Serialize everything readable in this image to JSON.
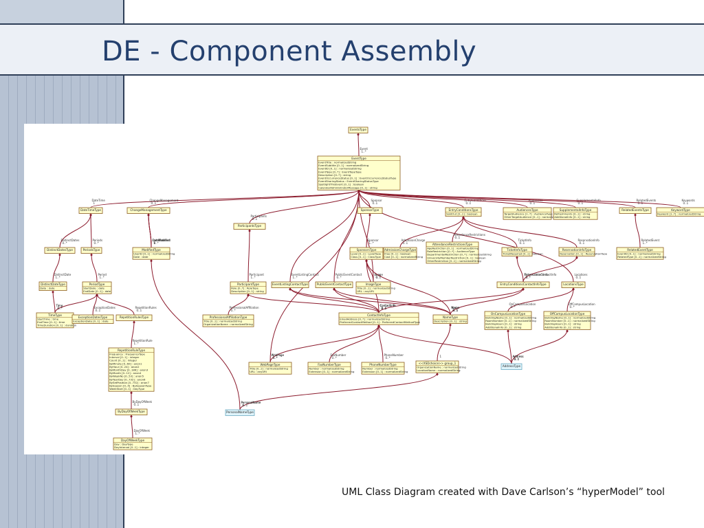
{
  "slide": {
    "title": "DE - Component Assembly",
    "caption": "UML Class Diagram created with Dave Carlson’s “hyperModel” tool"
  },
  "colors": {
    "title": "#24406e",
    "class_fill": "#ffffcc",
    "class_border": "#8a5a1f",
    "association_line": "#8b1a2c",
    "external_fill": "#dff4fb"
  },
  "diagram": {
    "classes": [
      {
        "id": "EventsType",
        "title": "EventsType",
        "attrs": []
      },
      {
        "id": "EventType",
        "title": "EventType",
        "attrs": [
          "EventTitle : normalizedString",
          "EventSubtitle [0..1] : normalizedString",
          "EventID [0..1] : normalizedString",
          "EventType [0..*] : EventTypeType",
          "Description [0..*] : string",
          "EventOccurrenceStatus [0..1] : EventOccurrenceStatusType",
          "EventSharingStatus : EventSharingStatusType",
          "SpotlightThisEvent [0..1] : boolean",
          "CalendarAdministratorMessage [0..1] : string"
        ]
      },
      {
        "id": "DateTimeType",
        "title": "DateTimeType",
        "attrs": []
      },
      {
        "id": "ChangeManagementType",
        "title": "ChangeManagementType",
        "attrs": []
      },
      {
        "id": "ParticipantsType",
        "title": "ParticipantsType",
        "attrs": []
      },
      {
        "id": "SponsorType",
        "title": "SponsorType",
        "attrs": []
      },
      {
        "id": "EntryConditionsType",
        "title": "EntryConditionsType",
        "attrs": [
          "SoldOut [0..1] : boolean"
        ]
      },
      {
        "id": "AudiencesType",
        "title": "AudiencesType",
        "attrs": [
          "TargetAudience [1..*] : AudienceType",
          "OtherTargetAudience [0..1] : normalizedString"
        ]
      },
      {
        "id": "SupplementalInfoType",
        "title": "SupplementalInfoType",
        "attrs": [
          "Refreshments [0..1] : string",
          "AdditionalInfo [0..1] : string"
        ]
      },
      {
        "id": "RelatedEventsType",
        "title": "RelatedEventsType",
        "attrs": []
      },
      {
        "id": "KeywordType",
        "title": "KeywordType",
        "attrs": [
          "Keyword [1..*] : normalizedString"
        ]
      },
      {
        "id": "DistinctDatesType",
        "title": "DistinctDatesType",
        "attrs": []
      },
      {
        "id": "PeriodsType",
        "title": "PeriodsType",
        "attrs": []
      },
      {
        "id": "ModifiedType",
        "title": "ModifiedType",
        "attrs": [
          "UserID [0..1] : normalizedString",
          "Date : date"
        ]
      },
      {
        "id": "SponsorsType",
        "title": "SponsorsType",
        "attrs": [
          "Level [0..1] : LevelType",
          "Class [0..1] : ClassType"
        ]
      },
      {
        "id": "AdmissionChargeType",
        "title": "AdmissionChargeType",
        "attrs": [
          "Free [0..1] : boolean",
          "Cost [0..1] : normalizedString"
        ]
      },
      {
        "id": "AttendanceRestrictionsType",
        "title": "AttendanceRestrictionsType",
        "attrs": [
          "AgeRestriction [0..1] : normalizedString",
          "RoleRestriction [0..*] : AudienceType",
          "DepartmentalRestriction [0..*] : normalizedString",
          "UniversityMemberRestriction [0..1] : boolean",
          "OtherRestriction [0..1] : normalizedString"
        ]
      },
      {
        "id": "TicketInfoType",
        "title": "TicketInfoType",
        "attrs": [
          "TicketRequired [0..1] : boolean"
        ]
      },
      {
        "id": "ReservationInfoType",
        "title": "ReservationInfoType",
        "attrs": [
          "Reservation [0..1] : ReservationType"
        ]
      },
      {
        "id": "RelatedEventType",
        "title": "RelatedEventType",
        "attrs": [
          "EventID [0..1] : normalizedString",
          "RelatedType [0..1] : normalizedString"
        ]
      },
      {
        "id": "DistinctDateType",
        "title": "DistinctDateType",
        "attrs": [
          "Date : date"
        ]
      },
      {
        "id": "PeriodType",
        "title": "PeriodType",
        "attrs": [
          "StartDate : date",
          "EndDate [0..1] : date"
        ]
      },
      {
        "id": "ParticipantType",
        "title": "ParticipantType",
        "attrs": [
          "Role [0..*] : RoleType",
          "Description [0..1] : string"
        ]
      },
      {
        "id": "EventListingContactType",
        "title": "EventListingContactType",
        "attrs": []
      },
      {
        "id": "PublicEventContactType",
        "title": "PublicEventContactType",
        "attrs": []
      },
      {
        "id": "ImageType",
        "title": "ImageType",
        "attrs": [
          "Title [0..1] : normalizedString",
          "URL : anyURI"
        ]
      },
      {
        "id": "EntryConditionsContactInfoType",
        "title": "EntryConditionsContactInfoType",
        "attrs": []
      },
      {
        "id": "LocationsType",
        "title": "LocationsType",
        "attrs": []
      },
      {
        "id": "TimeType",
        "title": "TimeType",
        "attrs": [
          "StartTime : time",
          "EndTime [0..1] : time",
          "TimeDuration [0..1] : duration"
        ]
      },
      {
        "id": "ExceptionDatesType",
        "title": "ExceptionDatesType",
        "attrs": [
          "ExceptionDate [0..1] : date"
        ]
      },
      {
        "id": "RepetitionRulesType",
        "title": "RepetitionRulesType",
        "attrs": []
      },
      {
        "id": "ProfessionalAffiliationType",
        "title": "ProfessionalAffiliationType",
        "attrs": [
          "Title [0..1] : normalizedString",
          "OrganizationName : normalizedString"
        ]
      },
      {
        "id": "ContactInfoType",
        "title": "ContactInfoType",
        "attrs": [
          "EmailAddress [0..*] : normalizedString",
          "PreferredContactMethod [0..1] : PreferredContactMethodType"
        ]
      },
      {
        "id": "NameType",
        "title": "NameType",
        "attrs": [
          "Description [0..1] : string"
        ]
      },
      {
        "id": "OnCampusLocationType",
        "title": "OnCampusLocationType",
        "attrs": [
          "BuildingName [0..1] : normalizedString",
          "RoomNumber [0..1] : normalizedString",
          "BuildingHours [0..1] : string",
          "AdditionalInfo [0..1] : string"
        ]
      },
      {
        "id": "OffCampusLocationType",
        "title": "OffCampusLocationType",
        "attrs": [
          "BuildingName [0..1] : normalizedString",
          "RoomNumber [0..1] : normalizedString",
          "BuildingHours [0..1] : string",
          "AdditionalInfo [0..1] : string"
        ]
      },
      {
        "id": "RepetitionRuleType",
        "title": "RepetitionRuleType",
        "attrs": [
          "Frequency : FrequencyType",
          "Interval [0..1] : integer",
          "Count [0..1] : integer",
          "ByMinute [0..60] : anon1",
          "ByHour [0..24] : anon2",
          "ByMonthDay [0..186] : anon3",
          "ByMonth [0..12] : anon4",
          "ByWeekNo [0..53] : anon5",
          "ByYearDay [0..732] : anon6",
          "BySetPosition [0..732] : anon7",
          "BySeason [0..4] : BySeasonType",
          "WeekStart [0..1] : DayType"
        ]
      },
      {
        "id": "WebPageType",
        "title": "WebPageType",
        "attrs": [
          "Title [0..1] : normalizedString",
          "URL : anyURI"
        ]
      },
      {
        "id": "FaxNumberType",
        "title": "FaxNumberType",
        "attrs": [
          "Number : normalizedString",
          "Extension [0..1] : normalizedString"
        ]
      },
      {
        "id": "PhoneNumberType",
        "title": "PhoneNumberType",
        "attrs": [
          "Number : normalizedString",
          "Extension [0..1] : normalizedString"
        ]
      },
      {
        "id": "XSDChoice",
        "title": "<<XSDchoice>> group_1",
        "attrs": [
          "OrganizationName : normalizedString",
          "LocationName : normalizedString"
        ]
      },
      {
        "id": "AddressType",
        "title": "AddressType",
        "attrs": []
      },
      {
        "id": "ByDayOfWeekType",
        "title": "ByDayOfWeekType",
        "attrs": []
      },
      {
        "id": "PersonalNameType",
        "title": "PersonalNameType",
        "attrs": []
      },
      {
        "id": "DayOfWeekType",
        "title": "DayOfWeekType",
        "attrs": [
          "Day : DayType",
          "DayInterval [0..1] : integer"
        ]
      }
    ],
    "associations": [
      {
        "from": "EventsType",
        "to": "EventType",
        "label": "Event",
        "mult": "1..*"
      },
      {
        "from": "EventType",
        "to": "DateTimeType",
        "label": "DateTime",
        "mult": "1"
      },
      {
        "from": "EventType",
        "to": "ChangeManagementType",
        "label": "ChangeManagement",
        "mult": "0..1"
      },
      {
        "from": "EventType",
        "to": "ParticipantsType",
        "label": "Participants",
        "mult": "0..1"
      },
      {
        "from": "EventType",
        "to": "SponsorType",
        "label": "Sponsor",
        "mult": "0..1"
      },
      {
        "from": "EventType",
        "to": "EntryConditionsType",
        "label": "EntryConditions",
        "mult": "0..1"
      },
      {
        "from": "EventType",
        "to": "AudiencesType",
        "label": "Audiences",
        "mult": "0..1"
      },
      {
        "from": "EventType",
        "to": "SupplementalInfoType",
        "label": "SupplementalInfo",
        "mult": "0..1"
      },
      {
        "from": "EventType",
        "to": "RelatedEventsType",
        "label": "RelatedEvents",
        "mult": "0..1"
      },
      {
        "from": "EventType",
        "to": "KeywordType",
        "label": "Keywords",
        "mult": "0..1"
      },
      {
        "from": "EventType",
        "to": "EventListingContactType",
        "label": "EventListingContact",
        "mult": "1..*"
      },
      {
        "from": "EventType",
        "to": "PublicEventContactType",
        "label": "PublicEventContact",
        "mult": "0..*"
      },
      {
        "from": "EventType",
        "to": "ImageType",
        "label": "Image",
        "mult": "0..*"
      },
      {
        "from": "EventType",
        "to": "LocationsType",
        "label": "Locations",
        "mult": "0..1"
      },
      {
        "from": "EventType",
        "to": "WebPageType",
        "label": "WebPage",
        "mult": "0..*"
      },
      {
        "from": "DateTimeType",
        "to": "DistinctDatesType",
        "label": "DistinctDates",
        "mult": "0..*"
      },
      {
        "from": "DateTimeType",
        "to": "PeriodsType",
        "label": "Periods",
        "mult": "0..*"
      },
      {
        "from": "ChangeManagementType",
        "to": "ModifiedType",
        "label": "LastModified",
        "mult": "1"
      },
      {
        "from": "ChangeManagementType",
        "to": "ModifiedType",
        "label": "DateEntered",
        "mult": "1"
      },
      {
        "from": "ChangeManagementType",
        "to": "ModifiedType",
        "label": "DateModified",
        "mult": "0..*"
      },
      {
        "from": "ParticipantsType",
        "to": "ParticipantType",
        "label": "Participant",
        "mult": "1..*"
      },
      {
        "from": "SponsorType",
        "to": "SponsorsType",
        "label": "Sponsor",
        "mult": "1..*"
      },
      {
        "from": "EntryConditionsType",
        "to": "AdmissionChargeType",
        "label": "AdmissionCharge",
        "mult": "0..1"
      },
      {
        "from": "EntryConditionsType",
        "to": "AttendanceRestrictionsType",
        "label": "AttendanceRestrictions",
        "mult": "0..1"
      },
      {
        "from": "EntryConditionsType",
        "to": "TicketInfoType",
        "label": "TicketInfo",
        "mult": "0..1"
      },
      {
        "from": "EntryConditionsType",
        "to": "ReservationInfoType",
        "label": "ReservationInfo",
        "mult": "0..1"
      },
      {
        "from": "RelatedEventsType",
        "to": "RelatedEventType",
        "label": "RelatedEvent",
        "mult": "1..*"
      },
      {
        "from": "DistinctDatesType",
        "to": "DistinctDateType",
        "label": "DistinctDate",
        "mult": "1..*"
      },
      {
        "from": "PeriodsType",
        "to": "PeriodType",
        "label": "Period",
        "mult": "1..*"
      },
      {
        "from": "SponsorsType",
        "to": "ImageType",
        "label": "Logo",
        "mult": "0..1"
      },
      {
        "from": "TicketInfoType",
        "to": "EntryConditionsContactInfoType",
        "label": "TicketContactInfo",
        "mult": "0..*"
      },
      {
        "from": "ReservationInfoType",
        "to": "EntryConditionsContactInfoType",
        "label": "ReservationContactInfo",
        "mult": "0..*"
      },
      {
        "from": "DistinctDateType",
        "to": "TimeType",
        "label": "Time",
        "mult": "0..*"
      },
      {
        "from": "PeriodType",
        "to": "TimeType",
        "label": "Time",
        "mult": "0..*"
      },
      {
        "from": "PeriodType",
        "to": "ExceptionDatesType",
        "label": "ExceptionDates",
        "mult": "0..1"
      },
      {
        "from": "PeriodType",
        "to": "RepetitionRulesType",
        "label": "RepetitionRules",
        "mult": "0..1"
      },
      {
        "from": "ParticipantType",
        "to": "ProfessionalAffiliationType",
        "label": "ProfessionalAffiliation",
        "mult": "0..*"
      },
      {
        "from": "ParticipantType",
        "to": "ContactInfoType",
        "label": "ContactInfo",
        "mult": "0..1"
      },
      {
        "from": "EventListingContactType",
        "to": "ContactInfoType",
        "label": "ContactInfo",
        "mult": "0..1"
      },
      {
        "from": "PublicEventContactType",
        "to": "ContactInfoType",
        "label": "ContactInfo",
        "mult": "0..1"
      },
      {
        "from": "EventListingContactType",
        "to": "NameType",
        "label": "Name",
        "mult": "0..1"
      },
      {
        "from": "PublicEventContactType",
        "to": "NameType",
        "label": "Name",
        "mult": "0..1"
      },
      {
        "from": "SponsorsType",
        "to": "ContactInfoType",
        "label": "ContactInfo",
        "mult": "0..1"
      },
      {
        "from": "SponsorsType",
        "to": "NameType",
        "label": "Name",
        "mult": "0..1"
      },
      {
        "from": "EntryConditionsContactInfoType",
        "to": "ContactInfoType",
        "label": "ContactInfo",
        "mult": "0..1"
      },
      {
        "from": "EntryConditionsContactInfoType",
        "to": "NameType",
        "label": "Name",
        "mult": "0..1"
      },
      {
        "from": "LocationsType",
        "to": "OnCampusLocationType",
        "label": "OnCampusLocation",
        "mult": "0..*"
      },
      {
        "from": "LocationsType",
        "to": "OffCampusLocationType",
        "label": "OffCampusLocation",
        "mult": "0..*"
      },
      {
        "from": "RepetitionRulesType",
        "to": "RepetitionRuleType",
        "label": "RepetitionRule",
        "mult": "1..*"
      },
      {
        "from": "RepetitionRuleType",
        "to": "ByDayOfWeekType",
        "label": "ByDayOfWeek",
        "mult": "0..1"
      },
      {
        "from": "ByDayOfWeekType",
        "to": "DayOfWeekType",
        "label": "DayOfWeek",
        "mult": "1..*"
      },
      {
        "from": "ContactInfoType",
        "to": "WebPageType",
        "label": "WebPage",
        "mult": "0..*"
      },
      {
        "from": "ContactInfoType",
        "to": "FaxNumberType",
        "label": "FaxNumber",
        "mult": "0..*"
      },
      {
        "from": "ContactInfoType",
        "to": "PhoneNumberType",
        "label": "PhoneNumber",
        "mult": "0..*"
      },
      {
        "from": "ContactInfoType",
        "to": "AddressType",
        "label": "Address",
        "mult": "0..*"
      },
      {
        "from": "NameType",
        "to": "XSDChoice",
        "label": "",
        "mult": "1"
      },
      {
        "from": "OnCampusLocationType",
        "to": "AddressType",
        "label": "Address",
        "mult": "0..1"
      },
      {
        "from": "OffCampusLocationType",
        "to": "AddressType",
        "label": "Address",
        "mult": "0..1"
      },
      {
        "from": "XSDChoice",
        "to": "PersonalNameType",
        "label": "PersonalName",
        "mult": "1"
      },
      {
        "from": "ModifiedType",
        "to": "PersonalNameType",
        "label": "PersonalName",
        "mult": "0..1"
      }
    ]
  }
}
